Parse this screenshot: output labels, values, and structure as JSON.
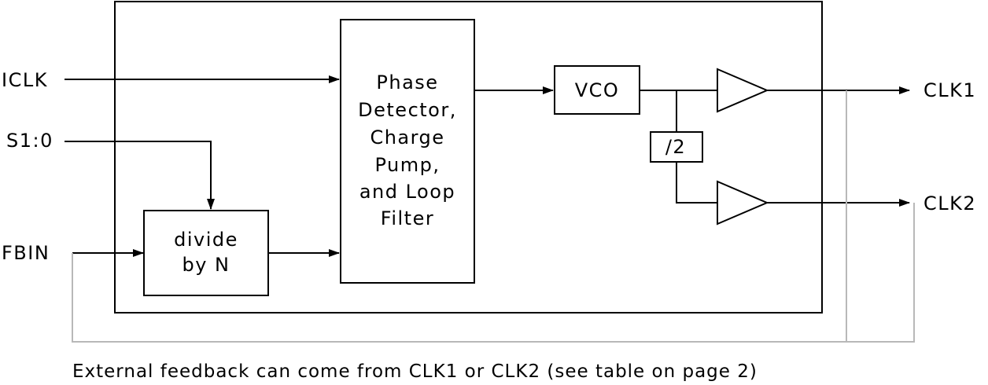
{
  "diagram": {
    "inputs": {
      "iclk": "ICLK",
      "s1_0": "S1:0",
      "fbin": "FBIN"
    },
    "outputs": {
      "clk1": "CLK1",
      "clk2": "CLK2"
    },
    "blocks": {
      "divide_by_n": [
        "divide",
        "by N"
      ],
      "phase_detector": [
        "Phase",
        "Detector,",
        "Charge",
        "Pump,",
        "and Loop",
        "Filter"
      ],
      "vco": "VCO",
      "divider_2": "/2"
    },
    "caption": "External feedback can come from CLK1 or CLK2 (see table on page 2)"
  }
}
